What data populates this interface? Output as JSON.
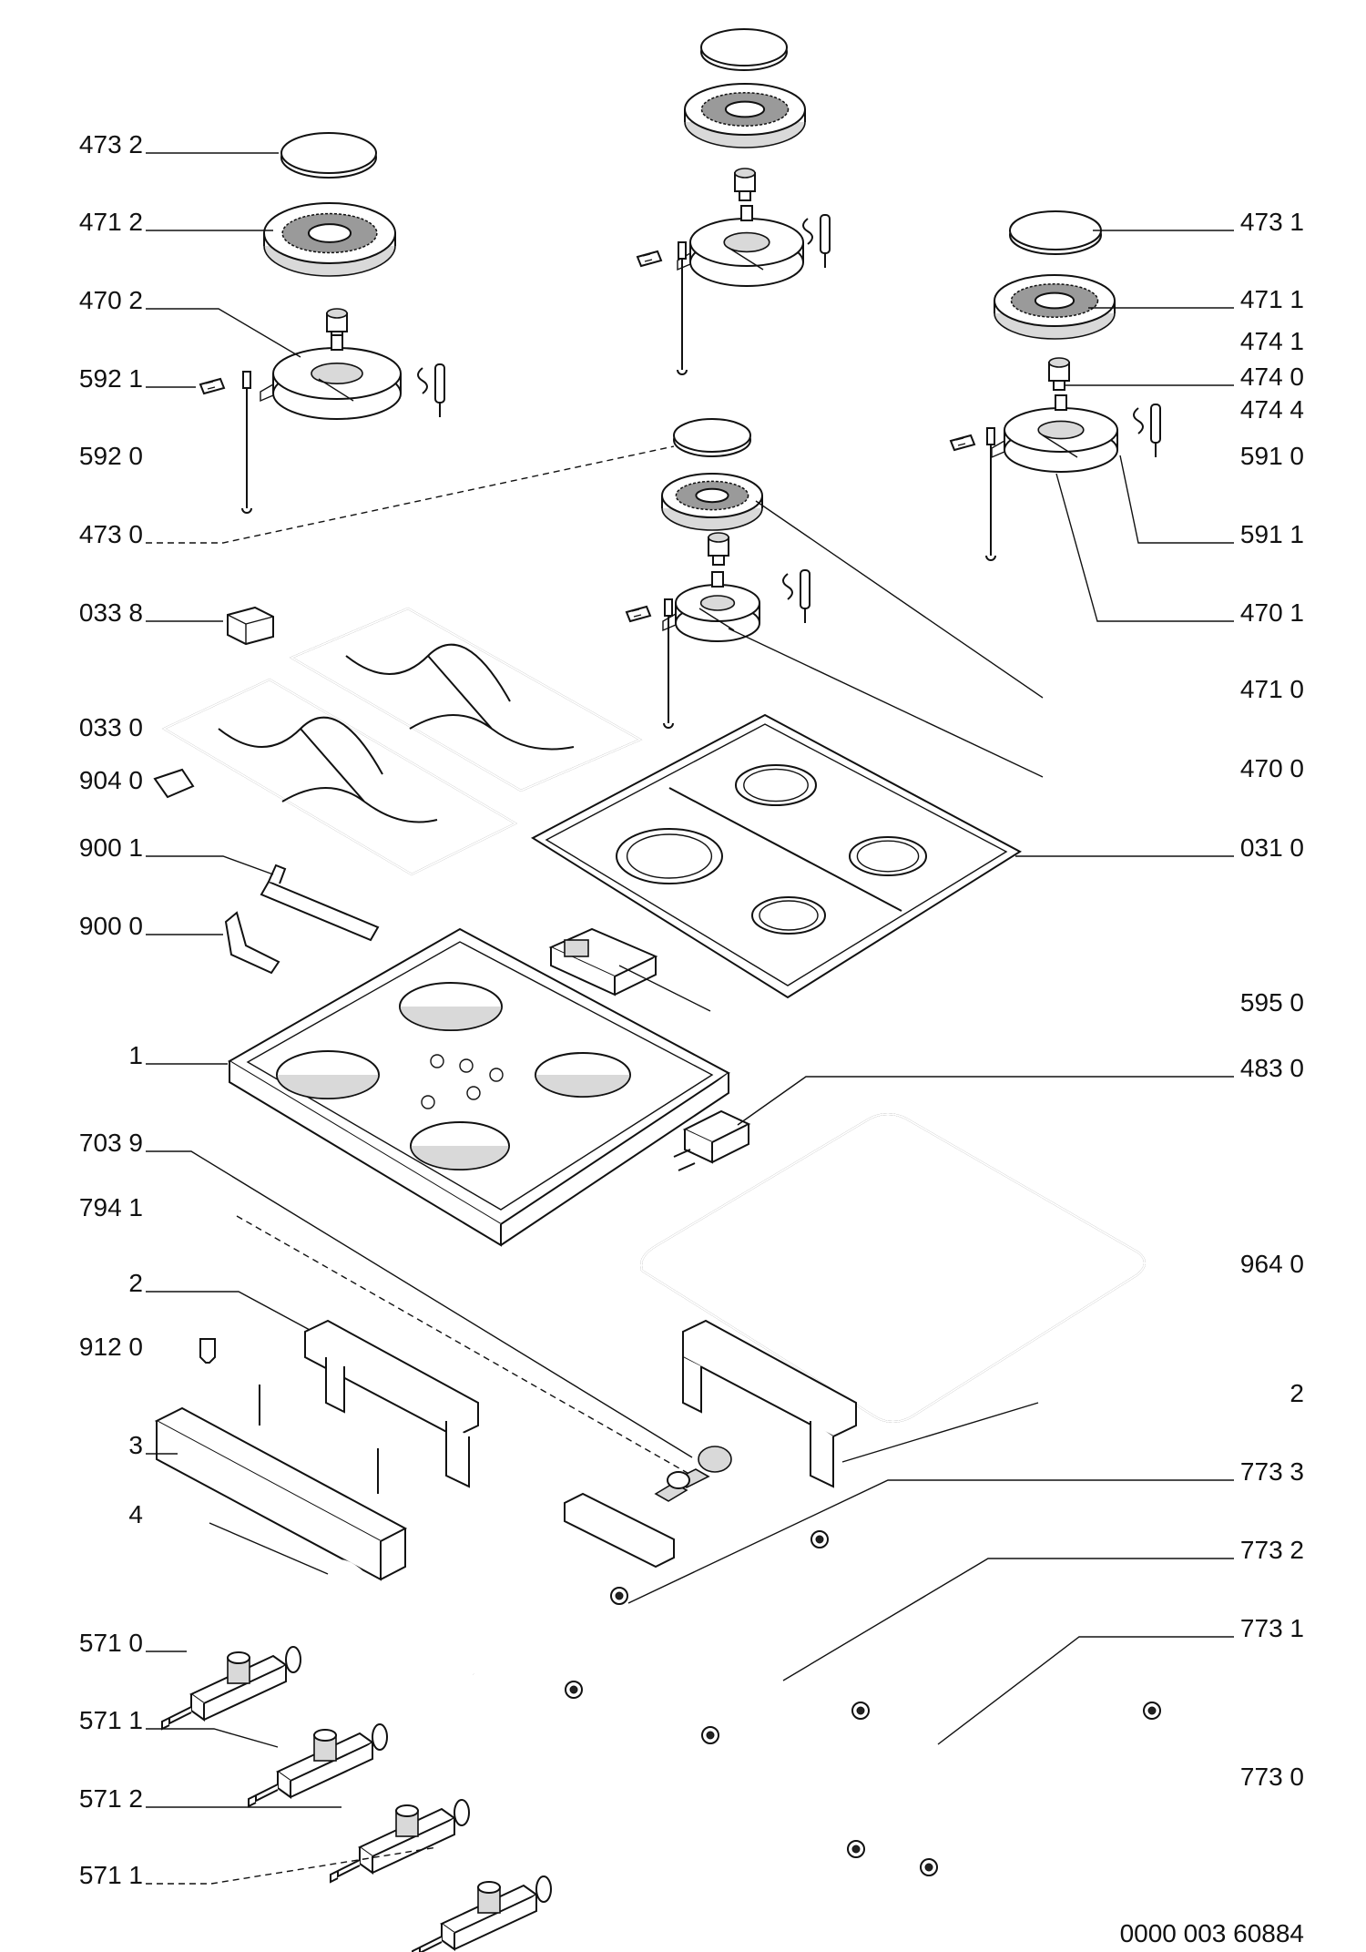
{
  "diagram": {
    "drawing_number": "0000  003  60884",
    "labels_left": [
      {
        "key": "l_4732",
        "text": "473 2"
      },
      {
        "key": "l_4712",
        "text": "471 2"
      },
      {
        "key": "l_4702",
        "text": "470  2"
      },
      {
        "key": "l_5921",
        "text": "592 1"
      },
      {
        "key": "l_5920",
        "text": "592 0"
      },
      {
        "key": "l_4730",
        "text": "473 0"
      },
      {
        "key": "l_0338",
        "text": "033 8"
      },
      {
        "key": "l_0330",
        "text": "033 0"
      },
      {
        "key": "l_9040",
        "text": "904 0"
      },
      {
        "key": "l_9001",
        "text": "900 1"
      },
      {
        "key": "l_9000",
        "text": "900 0"
      },
      {
        "key": "l_1",
        "text": "1"
      },
      {
        "key": "l_7039",
        "text": "703 9"
      },
      {
        "key": "l_7941",
        "text": "794 1"
      },
      {
        "key": "l_2a",
        "text": "2"
      },
      {
        "key": "l_9120",
        "text": "912 0"
      },
      {
        "key": "l_3",
        "text": "3"
      },
      {
        "key": "l_4",
        "text": "4"
      },
      {
        "key": "l_5710",
        "text": "571 0"
      },
      {
        "key": "l_5711a",
        "text": "571 1"
      },
      {
        "key": "l_5712",
        "text": "571 2"
      },
      {
        "key": "l_5711b",
        "text": "571 1"
      }
    ],
    "labels_right": [
      {
        "key": "r_4731",
        "text": "473 1"
      },
      {
        "key": "r_4711",
        "text": "471 1"
      },
      {
        "key": "r_4741",
        "text": "474 1"
      },
      {
        "key": "r_4740",
        "text": "474 0"
      },
      {
        "key": "r_4744",
        "text": "474 4"
      },
      {
        "key": "r_5910",
        "text": "591 0"
      },
      {
        "key": "r_5911",
        "text": "591 1"
      },
      {
        "key": "r_4701",
        "text": "470 1"
      },
      {
        "key": "r_4710",
        "text": "471 0"
      },
      {
        "key": "r_4700",
        "text": "470 0"
      },
      {
        "key": "r_0310",
        "text": "031 0"
      },
      {
        "key": "r_5950",
        "text": "595 0"
      },
      {
        "key": "r_4830",
        "text": "483 0"
      },
      {
        "key": "r_9640",
        "text": "964 0"
      },
      {
        "key": "r_2",
        "text": "2"
      },
      {
        "key": "r_7733",
        "text": "773 3"
      },
      {
        "key": "r_7732",
        "text": "773 2"
      },
      {
        "key": "r_7731",
        "text": "773 1"
      },
      {
        "key": "r_7730",
        "text": "773 0"
      }
    ]
  }
}
